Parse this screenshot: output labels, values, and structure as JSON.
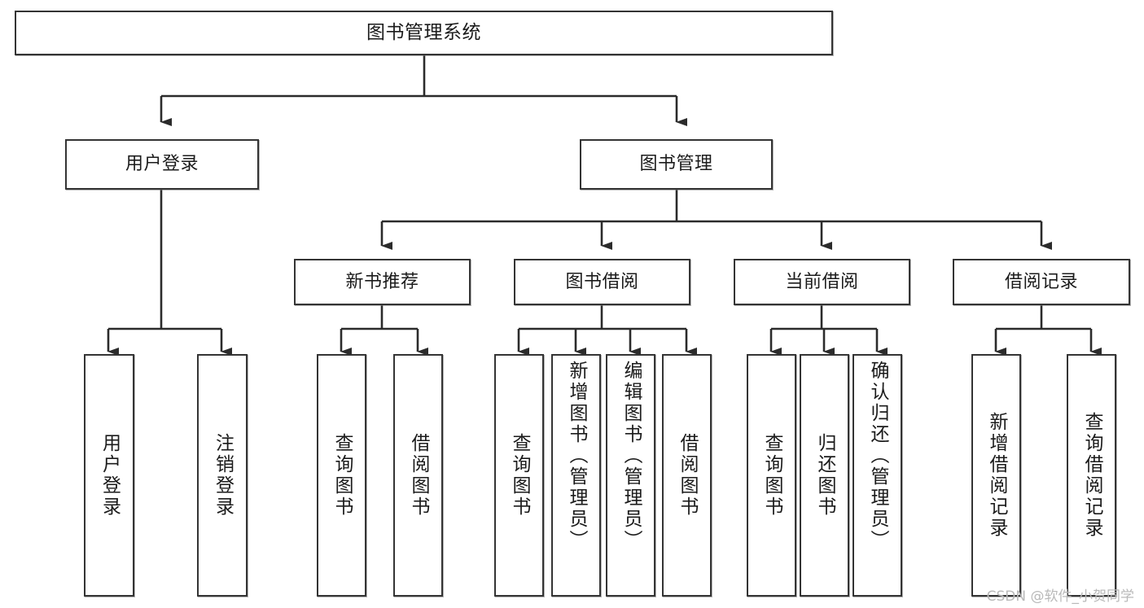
{
  "diagram": {
    "title": "图书管理系统",
    "watermark": "CSDN @软件_小贺同学",
    "colors": {
      "stroke": "#343434",
      "box_fill": "#ffffff",
      "text": "#1b1b1b",
      "watermark": "#b9b9b9",
      "background": "#ffffff"
    },
    "root": {
      "label": "图书管理系统"
    },
    "level2": [
      {
        "label": "用户登录"
      },
      {
        "label": "图书管理"
      }
    ],
    "level3": [
      {
        "label": "新书推荐"
      },
      {
        "label": "图书借阅"
      },
      {
        "label": "当前借阅"
      },
      {
        "label": "借阅记录"
      }
    ],
    "leaves": {
      "user_login": [
        {
          "label": "用户登录"
        },
        {
          "label": "注销登录"
        }
      ],
      "new_book_recommend": [
        {
          "label": "查询图书"
        },
        {
          "label": "借阅图书"
        }
      ],
      "book_borrow": [
        {
          "label": "查询图书"
        },
        {
          "label": "新增图书（管理员）"
        },
        {
          "label": "编辑图书（管理员）"
        },
        {
          "label": "借阅图书"
        }
      ],
      "current_borrow": [
        {
          "label": "查询图书"
        },
        {
          "label": "归还图书"
        },
        {
          "label": "确认归还（管理员）"
        }
      ],
      "borrow_record": [
        {
          "label": "新增借阅记录"
        },
        {
          "label": "查询借阅记录"
        }
      ]
    }
  }
}
